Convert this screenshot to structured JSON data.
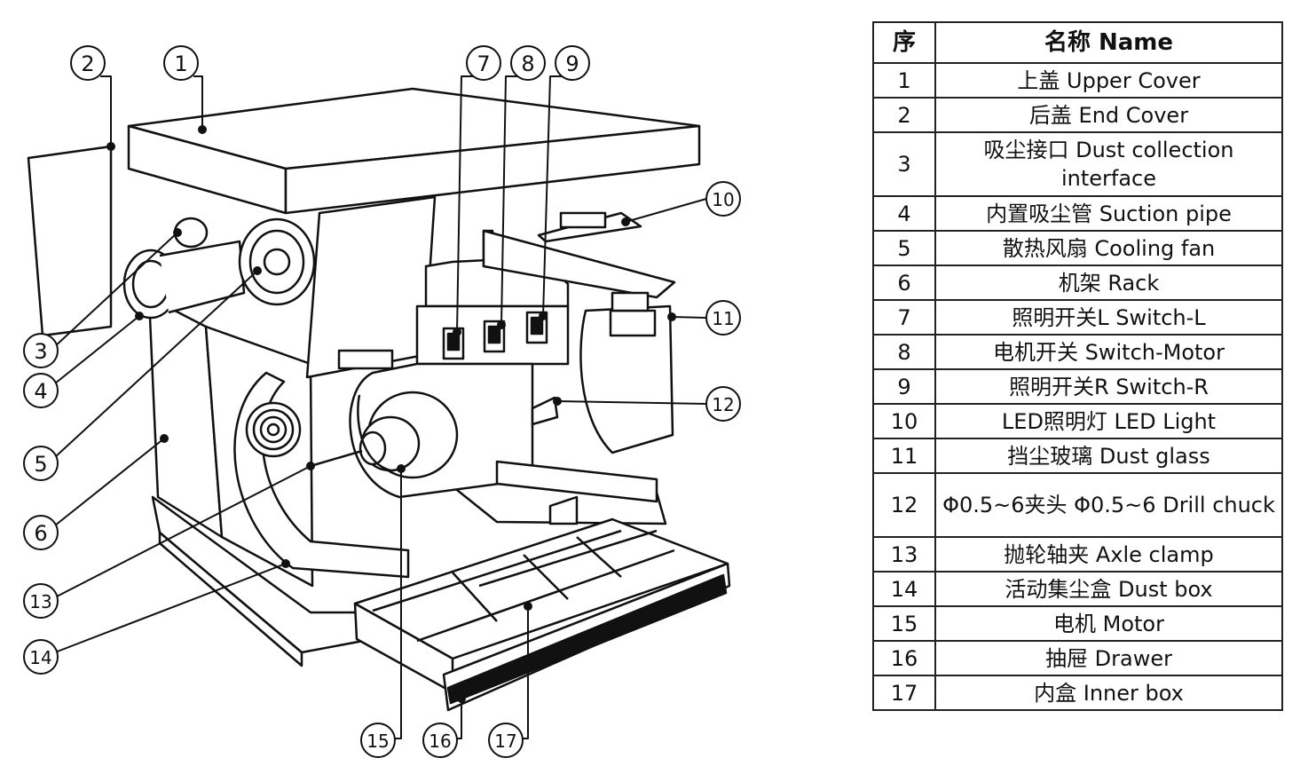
{
  "table": {
    "header": {
      "no": "序",
      "name": "名称 Name"
    },
    "rows": [
      {
        "no": "1",
        "name": "上盖 Upper Cover"
      },
      {
        "no": "2",
        "name": "后盖 End Cover"
      },
      {
        "no": "3",
        "name": "吸尘接口 Dust collection interface"
      },
      {
        "no": "4",
        "name": "内置吸尘管 Suction pipe"
      },
      {
        "no": "5",
        "name": "散热风扇 Cooling fan"
      },
      {
        "no": "6",
        "name": "机架 Rack"
      },
      {
        "no": "7",
        "name": "照明开关L Switch-L"
      },
      {
        "no": "8",
        "name": "电机开关 Switch-Motor"
      },
      {
        "no": "9",
        "name": "照明开关R Switch-R"
      },
      {
        "no": "10",
        "name": "LED照明灯 LED Light"
      },
      {
        "no": "11",
        "name": "挡尘玻璃 Dust glass"
      },
      {
        "no": "12",
        "name": "Φ0.5~6夹头 Φ0.5~6 Drill chuck"
      },
      {
        "no": "13",
        "name": "抛轮轴夹 Axle clamp"
      },
      {
        "no": "14",
        "name": "活动集尘盒 Dust box"
      },
      {
        "no": "15",
        "name": "电机 Motor"
      },
      {
        "no": "16",
        "name": "抽屉 Drawer"
      },
      {
        "no": "17",
        "name": "内盒 Inner box"
      }
    ]
  },
  "callouts": [
    "1",
    "2",
    "3",
    "4",
    "5",
    "6",
    "7",
    "8",
    "9",
    "10",
    "11",
    "12",
    "13",
    "14",
    "15",
    "16",
    "17"
  ]
}
